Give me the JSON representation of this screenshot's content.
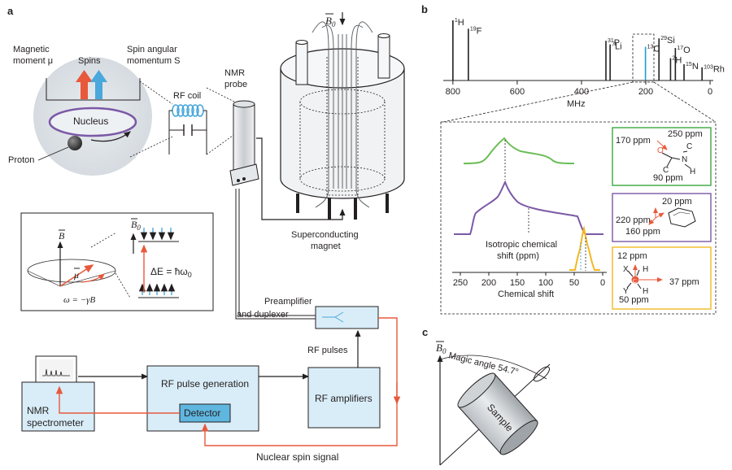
{
  "panels": {
    "a": "a",
    "b": "b",
    "c": "c"
  },
  "panel_a": {
    "magnetic_moment": [
      "Magnetic",
      "moment μ"
    ],
    "spins": "Spins",
    "spin_angular_momentum": [
      "Spin angular",
      "momentum S"
    ],
    "nucleus": "Nucleus",
    "proton": "Proton",
    "rf_coil": "RF coil",
    "nmr_probe": [
      "NMR",
      "probe"
    ],
    "b0_label": "B",
    "b0_sub": "0",
    "superconducting_magnet": [
      "Superconducting",
      "magnet"
    ],
    "inset": {
      "b_label": "B",
      "b0_label": "B",
      "b0_sub": "0",
      "mu_label": "μ",
      "delta_e": "ΔE = ħω",
      "delta_e_sub": "0",
      "omega": "ω = −γB"
    },
    "preamplifier": [
      "Preamplifier",
      "and duplexer"
    ],
    "rf_pulses": "RF pulses",
    "rf_pulse_generation": "RF pulse generation",
    "rf_amplifiers": "RF amplifiers",
    "detector": "Detector",
    "nmr_spectrometer": [
      "NMR",
      "spectrometer"
    ],
    "nuclear_spin_signal": "Nuclear spin signal"
  },
  "panel_b": {
    "freq_axis": {
      "unit": "MHz",
      "ticks": [
        "800",
        "600",
        "400",
        "200",
        "0"
      ],
      "tick_values": [
        800,
        600,
        400,
        200,
        0
      ],
      "range": [
        830,
        -10
      ]
    },
    "nuclei": [
      {
        "mass": "1",
        "symbol": "H",
        "mhz": 800,
        "height": 1.0
      },
      {
        "mass": "19",
        "symbol": "F",
        "mhz": 752,
        "height": 0.86
      },
      {
        "mass": "31",
        "symbol": "P",
        "mhz": 324,
        "height": 0.66
      },
      {
        "mass": "7",
        "symbol": "Li",
        "mhz": 311,
        "height": 0.6
      },
      {
        "mass": "13",
        "symbol": "C",
        "mhz": 201,
        "height": 0.56
      },
      {
        "mass": "29",
        "symbol": "Si",
        "mhz": 159,
        "height": 0.7
      },
      {
        "mass": "2",
        "symbol": "H",
        "mhz": 123,
        "height": 0.37
      },
      {
        "mass": "17",
        "symbol": "O",
        "mhz": 108,
        "height": 0.54
      },
      {
        "mass": "15",
        "symbol": "N",
        "mhz": 81,
        "height": 0.27
      },
      {
        "mass": "103",
        "symbol": "Rh",
        "mhz": 25,
        "height": 0.22
      }
    ],
    "highlight_color": "#1e9bd7",
    "chem_shift_axis": {
      "label": "Chemical shift",
      "ticks": [
        "250",
        "200",
        "150",
        "100",
        "50",
        "0"
      ]
    },
    "isotropic": [
      "Isotropic chemical",
      "shift (ppm)"
    ],
    "green_box": {
      "labels": [
        "170 ppm",
        "250 ppm",
        "90 ppm"
      ],
      "atoms": [
        "O",
        "C",
        "N",
        "C",
        "H"
      ],
      "color": "#3aa93f"
    },
    "purple_box": {
      "labels": [
        "20 ppm",
        "220 ppm",
        "160 ppm"
      ],
      "color": "#7b59a6"
    },
    "yellow_box": {
      "labels": [
        "12 ppm",
        "37 ppm",
        "50 ppm"
      ],
      "atoms": [
        "X",
        "H",
        "C",
        "H",
        "Y"
      ],
      "color": "#f2b821"
    },
    "colors": {
      "green": "#6cbd58",
      "purple": "#7b59a6",
      "yellow": "#f2b821",
      "red": "#e8593c"
    }
  },
  "panel_c": {
    "b0_label": "B",
    "b0_sub": "0",
    "magic_angle": "Magic angle 54.7°",
    "sample": "Sample"
  }
}
